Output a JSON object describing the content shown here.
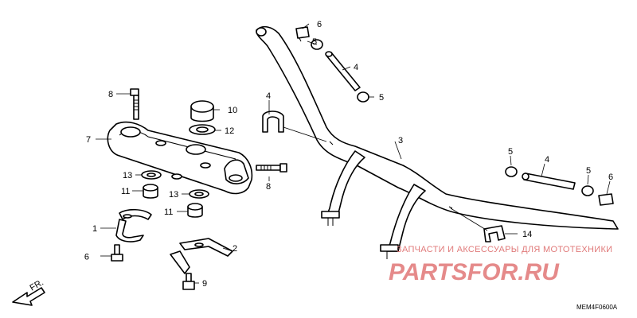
{
  "diagram": {
    "callouts": [
      "1",
      "2",
      "3",
      "4",
      "4",
      "5",
      "5",
      "5",
      "5",
      "6",
      "6",
      "7",
      "8",
      "8",
      "9",
      "9",
      "10",
      "11",
      "11",
      "12",
      "13",
      "13",
      "14"
    ],
    "direction_label": "FR.",
    "diagram_code": "MEM4F0600A"
  },
  "watermark": {
    "text": "ЗАПЧАСТИ И АКСЕССУАРЫ ДЛЯ МОТОТЕХНИКИ",
    "logo": "PARTSFOR.RU",
    "color": "#e07a7a"
  }
}
